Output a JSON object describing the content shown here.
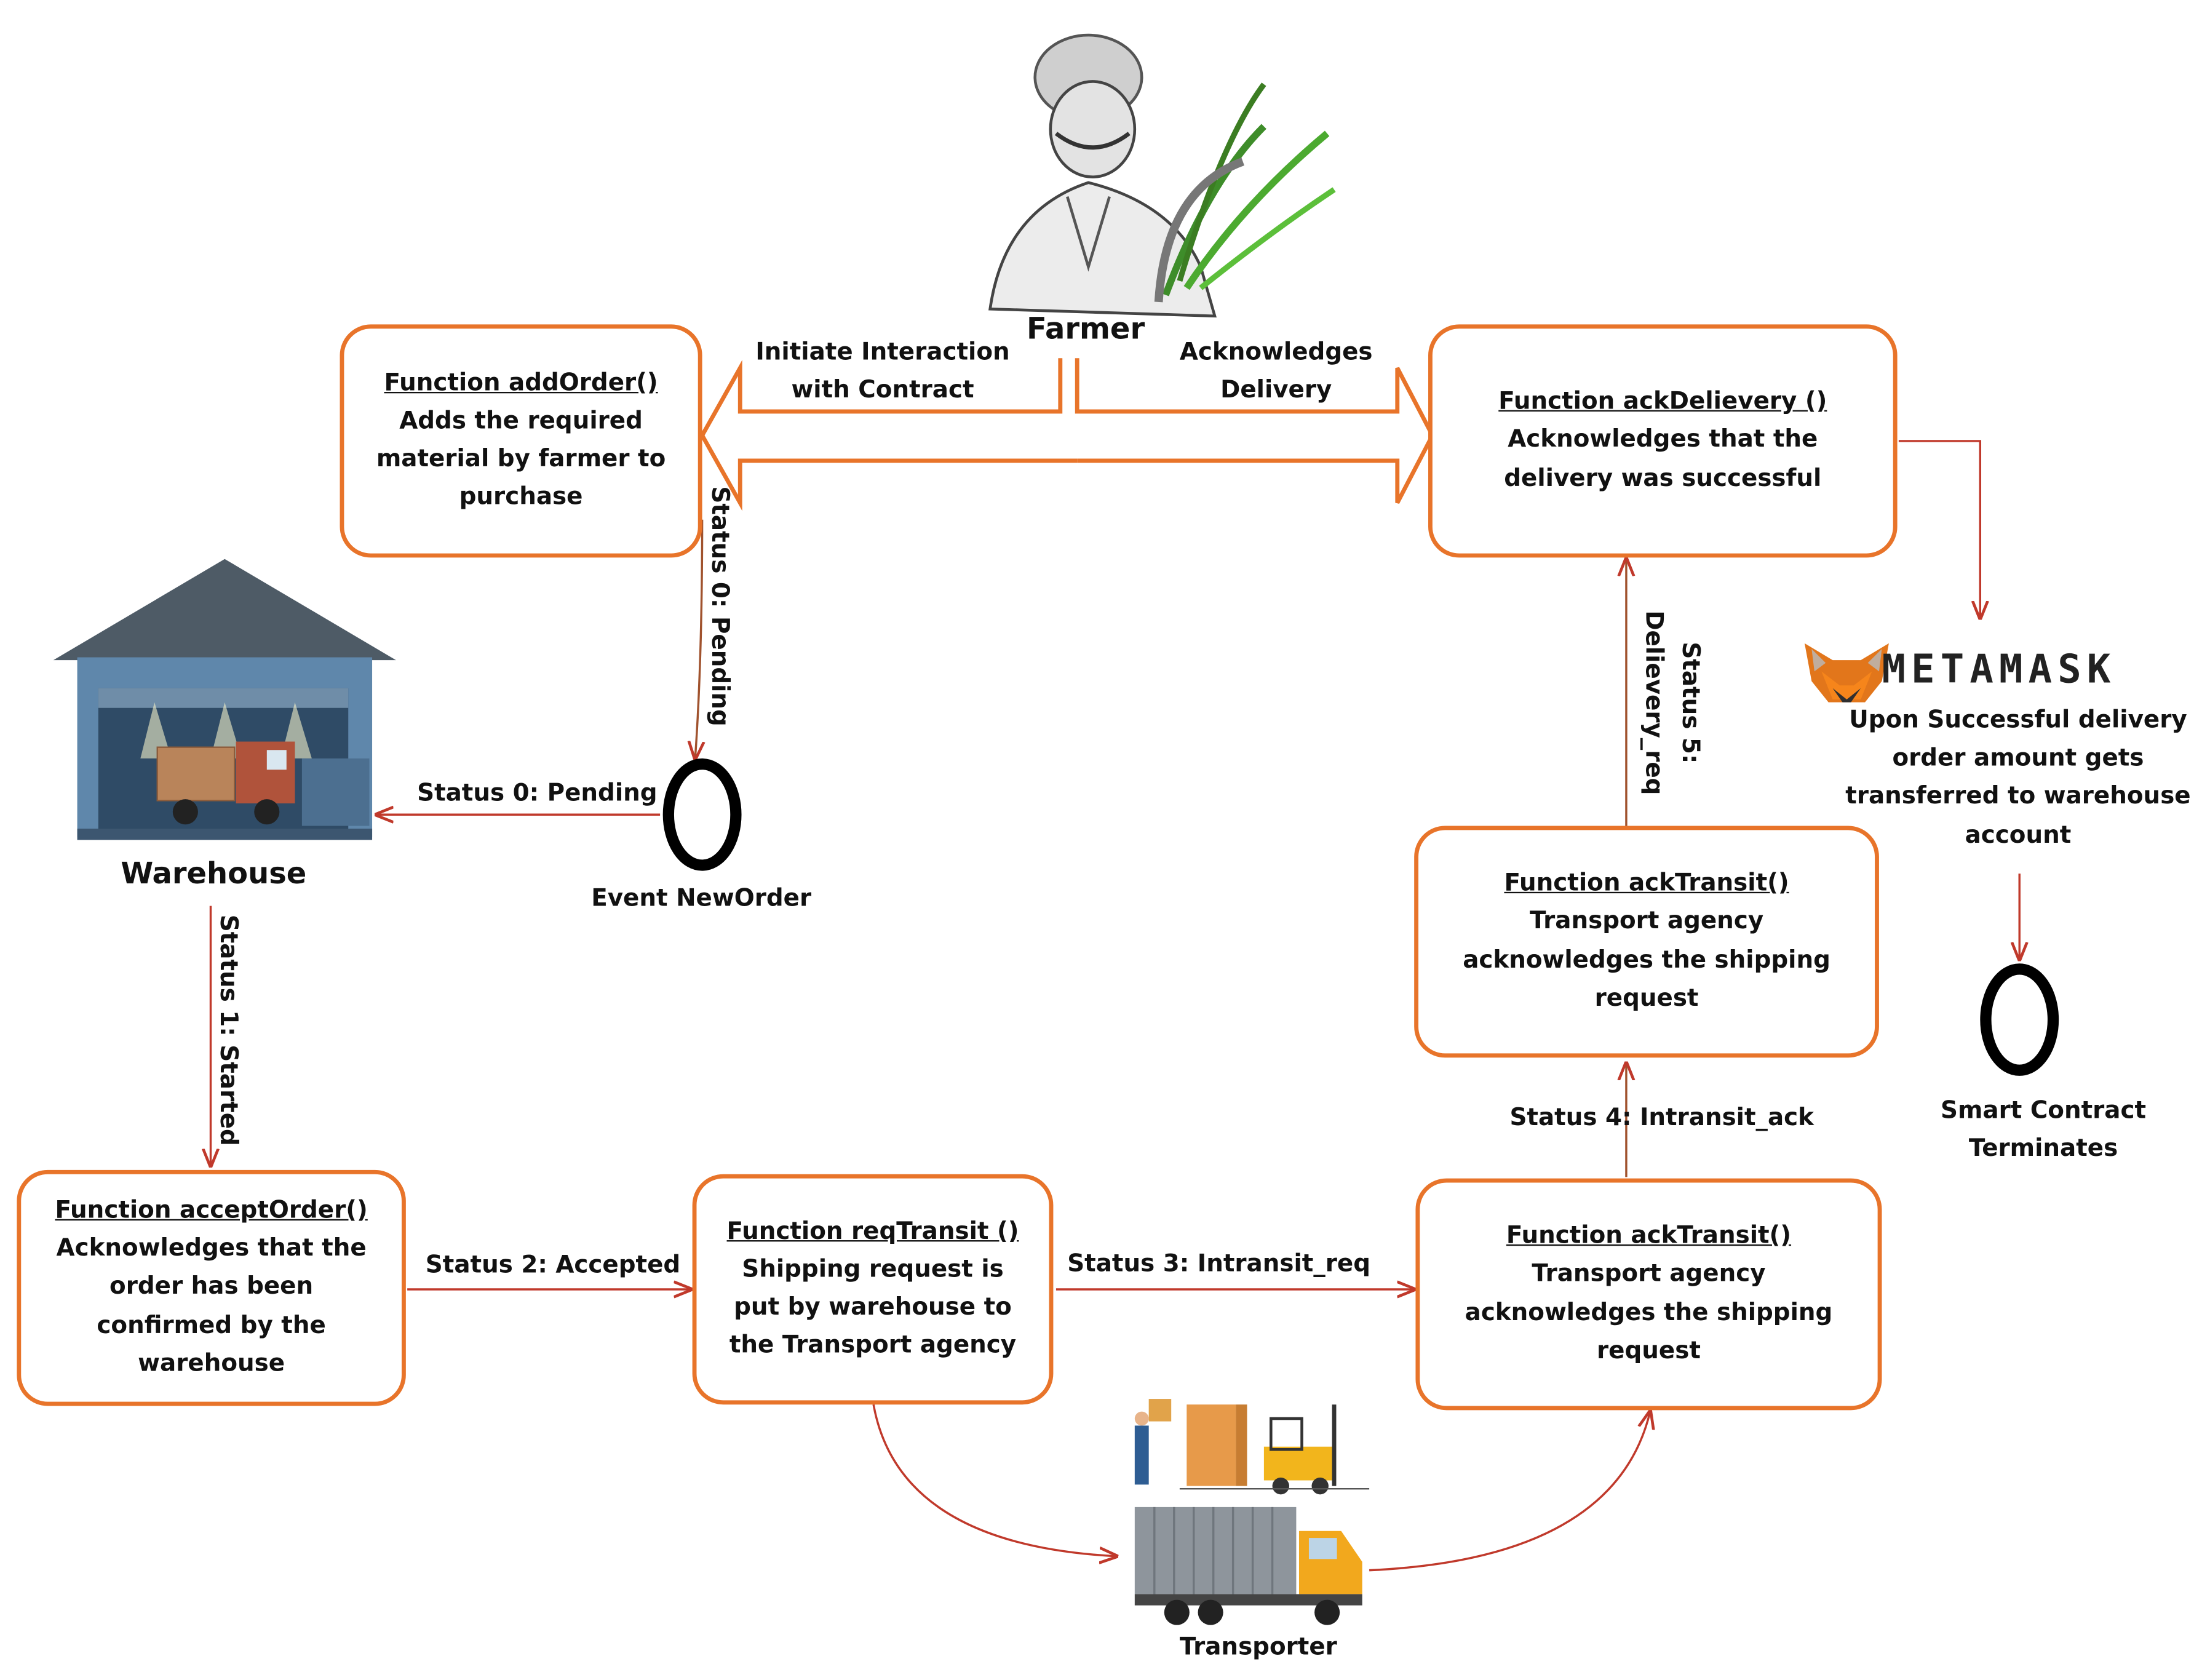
{
  "actors": {
    "farmer": "Farmer",
    "warehouse": "Warehouse",
    "transporter": "Transporter",
    "metamask": "METAMASK"
  },
  "boxes": {
    "add_order": {
      "title": "Function addOrder()",
      "body": [
        "Adds the required",
        "material by farmer to",
        "purchase"
      ]
    },
    "ack_delivery": {
      "title": "Function ackDelievery ()",
      "body": [
        "Acknowledges that the",
        "delivery was successful"
      ]
    },
    "accept_order": {
      "title": "Function acceptOrder()",
      "body": [
        "Acknowledges that the",
        "order has been",
        "confirmed by the",
        "warehouse"
      ]
    },
    "req_transit": {
      "title": "Function reqTransit ()",
      "body": [
        "Shipping request is",
        "put by warehouse to",
        "the Transport agency"
      ]
    },
    "ack_transit_bottom": {
      "title": "Function ackTransit()",
      "body": [
        "Transport agency",
        "acknowledges the shipping",
        "request"
      ]
    },
    "ack_transit_top": {
      "title": "Function ackTransit()",
      "body": [
        "Transport agency",
        "acknowledges the shipping",
        "request"
      ]
    }
  },
  "labels": {
    "initiate": [
      "Initiate Interaction",
      "with Contract"
    ],
    "acknowledges_delivery": [
      "Acknowledges",
      "Delivery"
    ],
    "status0_vertical": "Status 0: Pending",
    "status0_horizontal": "Status 0: Pending",
    "event_new_order": "Event NewOrder",
    "status1": "Status 1: Started",
    "status2": "Status 2: Accepted",
    "status3": "Status 3: Intransit_req",
    "status4": "Status 4: Intransit_ack",
    "status5": [
      "Status 5:",
      "Delievery_req"
    ],
    "metamask_note": [
      "Upon Successful delivery",
      "order amount gets",
      "transferred to warehouse",
      "account"
    ],
    "terminates": [
      "Smart Contract",
      "Terminates"
    ]
  },
  "colors": {
    "box_border": "#e8742a",
    "arrow": "#c0392b",
    "fat_arrow": "#e8742a",
    "event_circle": "#000000"
  }
}
